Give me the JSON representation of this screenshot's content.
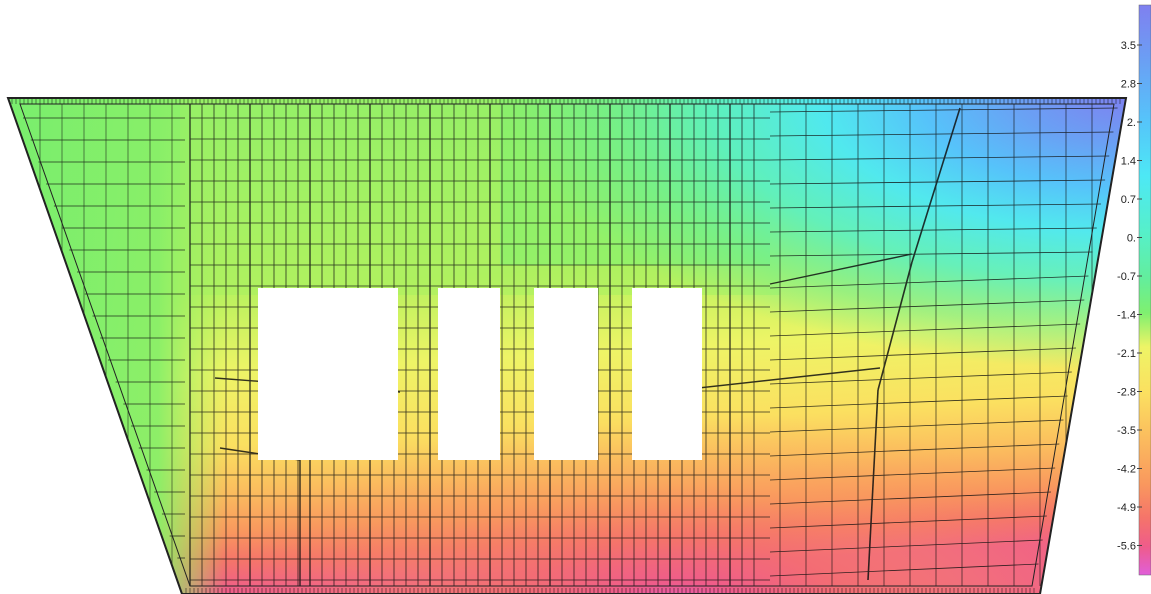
{
  "view": {
    "type": "fem-contour-plot",
    "model": "trapezoidal-wall-with-openings"
  },
  "legend": {
    "labels": [
      "3.5",
      "2.8",
      "2.",
      "1.4",
      "0.7",
      "0.",
      "-0.7",
      "-1.4",
      "-2.1",
      "-2.8",
      "-3.5",
      "-4.2",
      "-4.9",
      "-5.6"
    ],
    "colors": [
      "#7f80f0",
      "#6aa0f4",
      "#56c3fa",
      "#4de8f5",
      "#56f0c9",
      "#63ee9c",
      "#7ff070",
      "#b8f25e",
      "#eef466",
      "#fbe060",
      "#fbbc5e",
      "#f9985e",
      "#f5746a",
      "#ef5c8a",
      "#e05ed9"
    ]
  }
}
